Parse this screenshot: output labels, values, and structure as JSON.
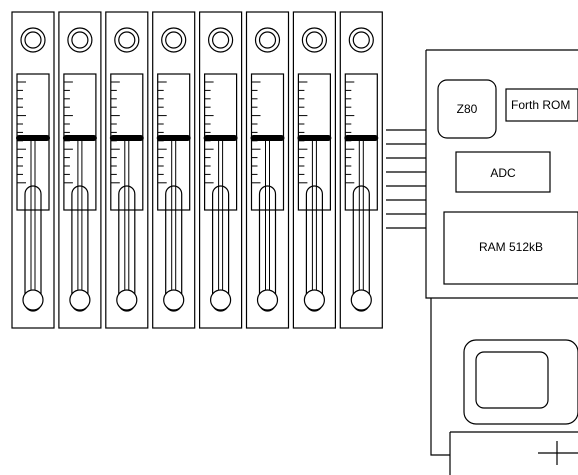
{
  "mixer": {
    "channel_count": 8,
    "fader_level": 0.5
  },
  "computer": {
    "chips": {
      "cpu": "Z80",
      "rom": "Forth ROM",
      "adc": "ADC",
      "ram": "RAM 512kB"
    },
    "bus_lines": 8
  }
}
